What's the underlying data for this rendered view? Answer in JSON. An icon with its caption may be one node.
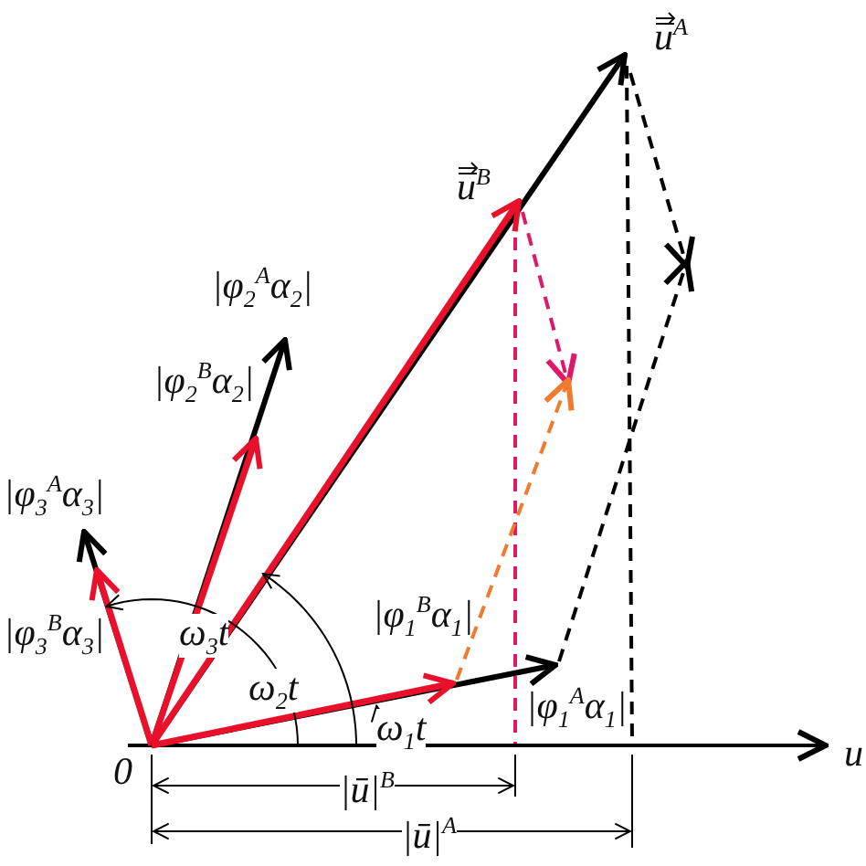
{
  "diagram": {
    "labels": [
      "u$^{A}$",
      "u$^{B}$",
      "|φ$_{2}$$^{A}$α$_{2}$|",
      "|φ$_{2}$$^{B}$α$_{2}$|",
      "|φ$_{3}$$^{A}$α$_{3}$|",
      "ω$_{3}$t",
      "ω$_{2}$t",
      "|φ$_{1}$$^{B}$α$_{1}$|",
      "|φ$_{3}$$^{B}$α$_{3}$|",
      "ω$_{1}$t",
      "|φ$_{1}$$^{A}$α$_{1}$|",
      "0",
      "|ū|$^{B}$",
      "|ū|$^{A}$",
      "u"
    ]
  }
}
